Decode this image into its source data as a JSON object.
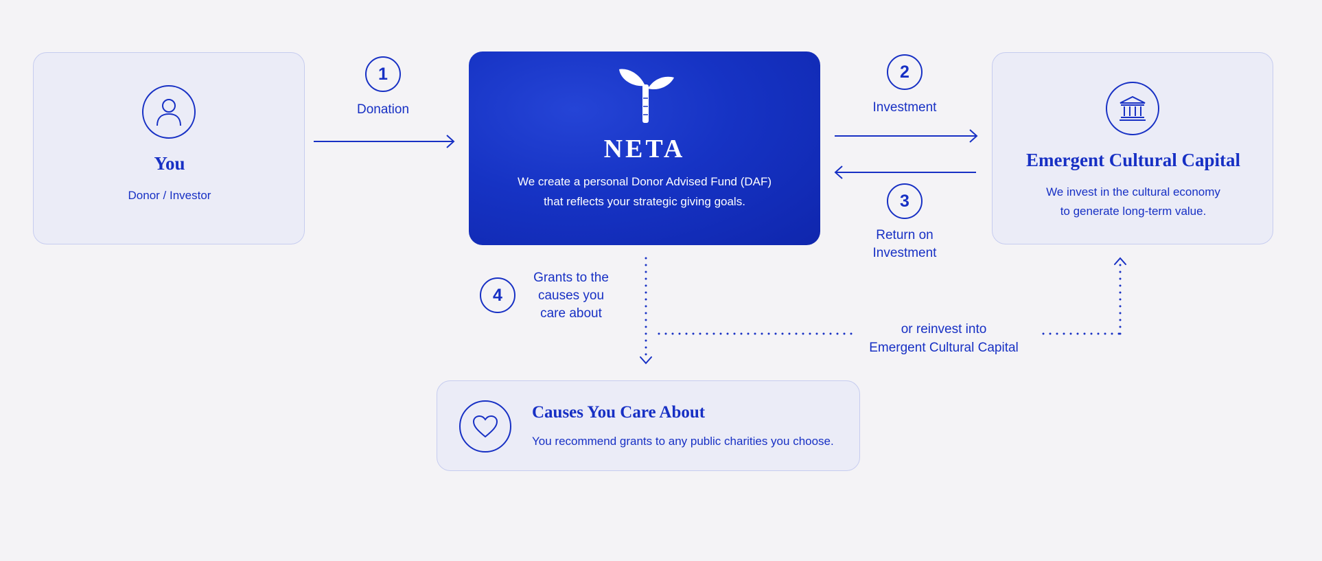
{
  "you": {
    "title": "You",
    "subtitle": "Donor / Investor"
  },
  "neta": {
    "title": "NETA",
    "description_line1": "We create a personal Donor Advised Fund (DAF)",
    "description_line2": "that reflects your strategic giving goals."
  },
  "capital": {
    "title": "Emergent Cultural Capital",
    "description_line1": "We invest in the cultural economy",
    "description_line2": "to generate long-term value."
  },
  "causes": {
    "title": "Causes You Care About",
    "description": "You recommend grants to any public charities you choose."
  },
  "steps": [
    {
      "number": "1",
      "label_lines": [
        "Donation"
      ]
    },
    {
      "number": "2",
      "label_lines": [
        "Investment"
      ]
    },
    {
      "number": "3",
      "label_lines": [
        "Return on",
        "Investment"
      ]
    },
    {
      "number": "4",
      "label_lines": [
        "Grants to the",
        "causes you",
        "care about"
      ]
    }
  ],
  "reinvest": {
    "line1": "or reinvest into",
    "line2": "Emergent Cultural Capital"
  },
  "colors": {
    "accent": "#1730c4",
    "card_bg": "#ebecf7",
    "card_border": "#c6ccef",
    "page_bg": "#f4f3f6"
  }
}
